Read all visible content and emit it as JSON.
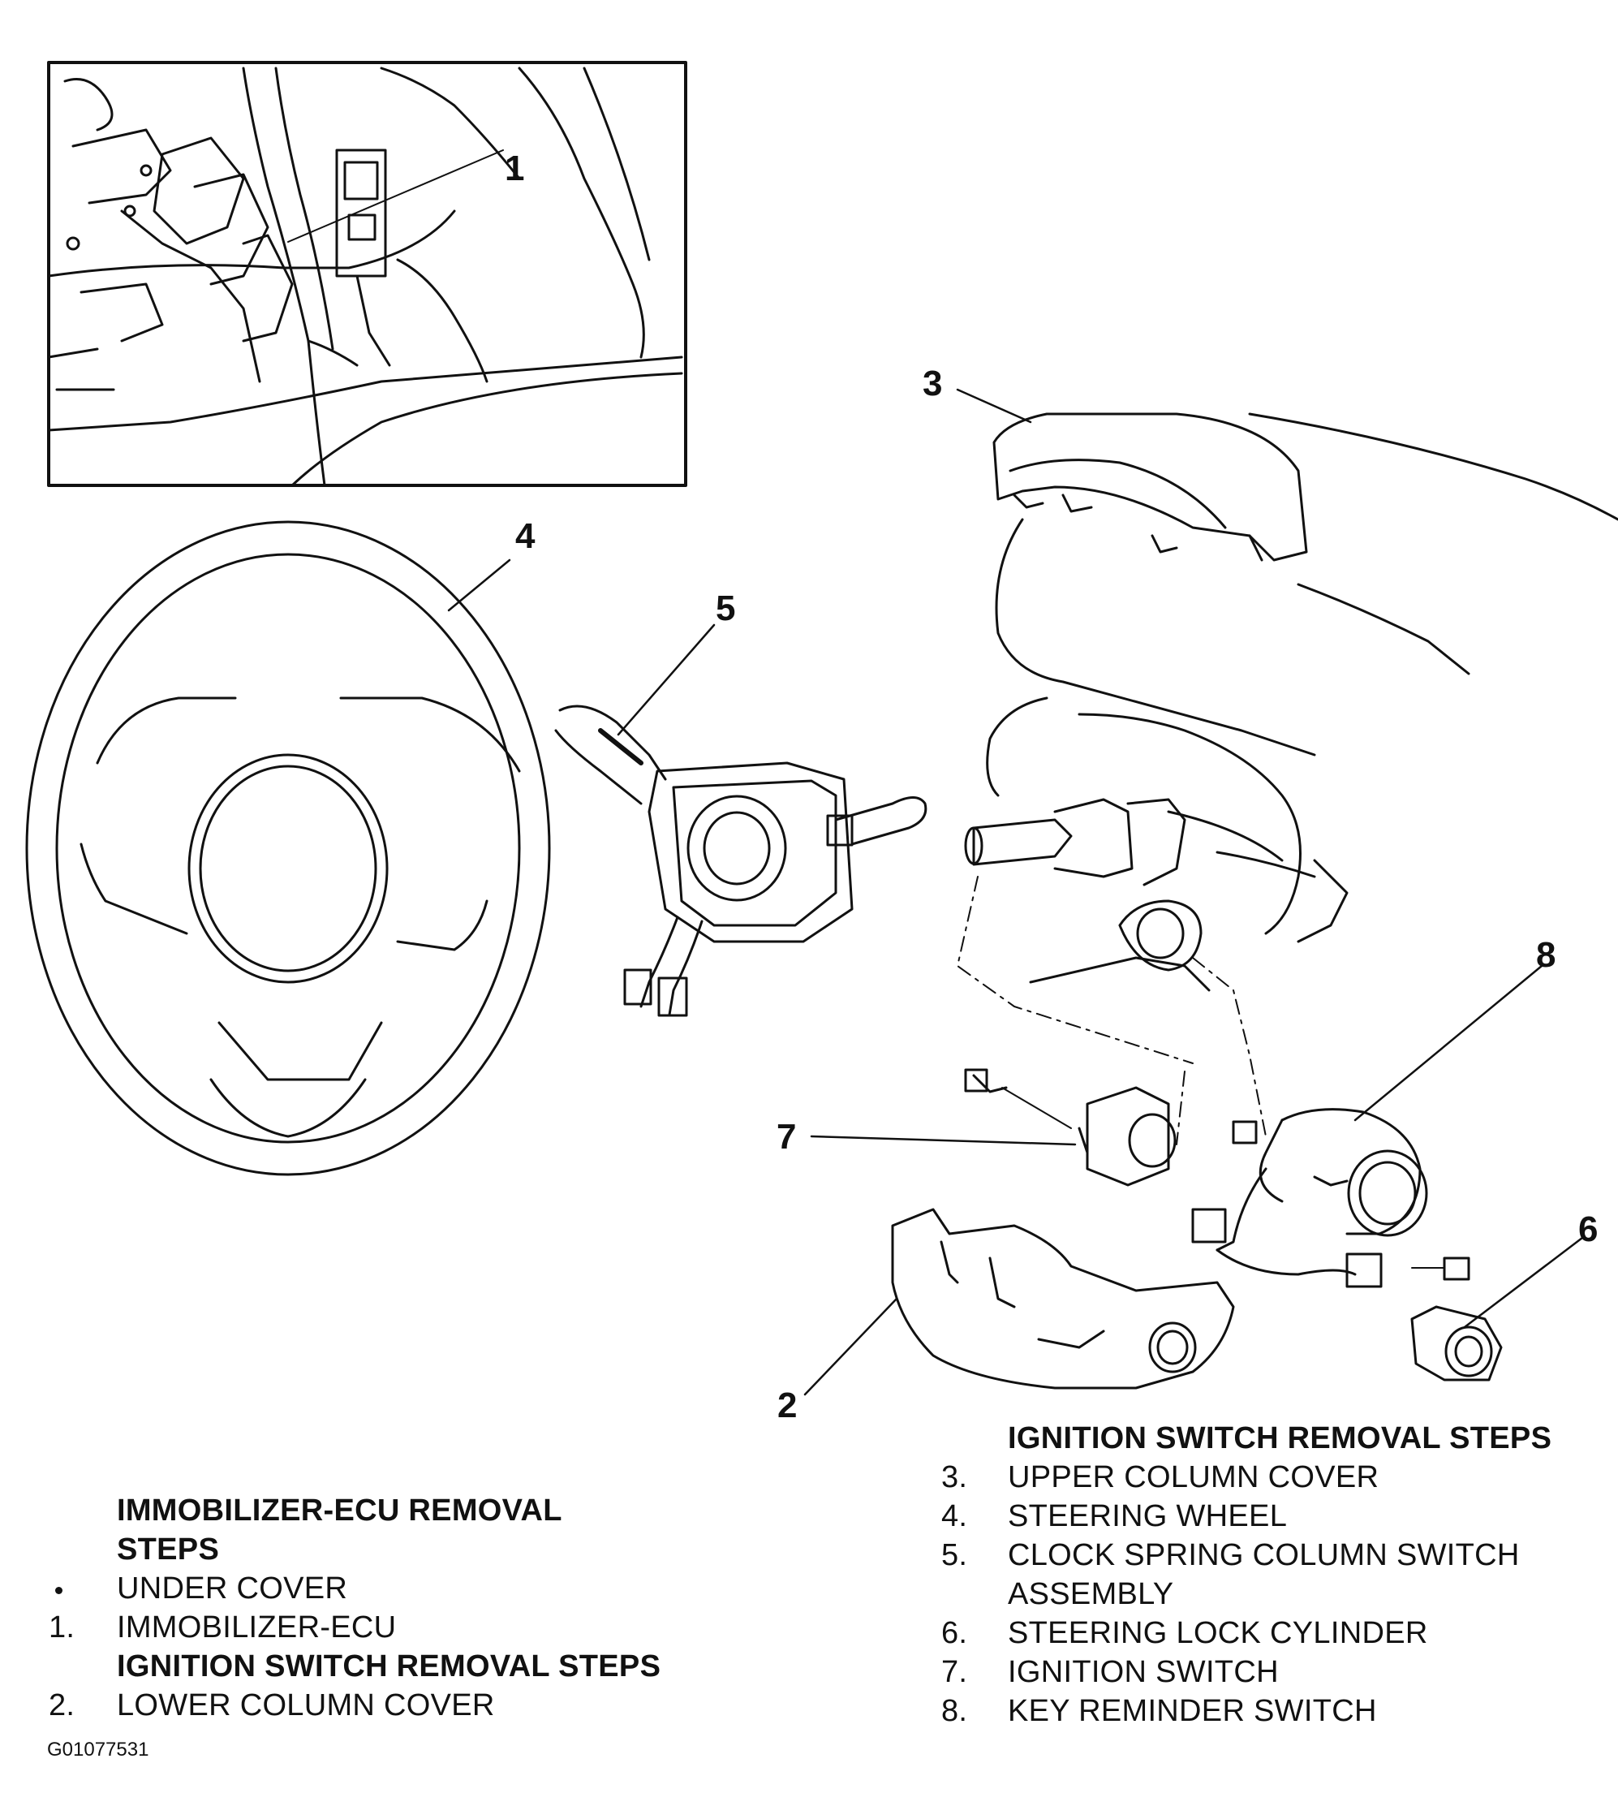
{
  "callouts": {
    "c1": "1",
    "c2": "2",
    "c3": "3",
    "c4": "4",
    "c5": "5",
    "c6": "6",
    "c7": "7",
    "c8": "8"
  },
  "left_legend": {
    "heading_1_line1": "IMMOBILIZER-ECU REMOVAL",
    "heading_1_line2": "STEPS",
    "item_under_cover": "UNDER COVER",
    "item_1_num": "1.",
    "item_1": "IMMOBILIZER-ECU",
    "heading_2": "IGNITION SWITCH REMOVAL STEPS",
    "item_2_num": "2.",
    "item_2": "LOWER COLUMN COVER"
  },
  "right_legend": {
    "heading": "IGNITION SWITCH REMOVAL STEPS",
    "items": [
      {
        "num": "3.",
        "text": "UPPER COLUMN COVER"
      },
      {
        "num": "4.",
        "text": "STEERING WHEEL"
      },
      {
        "num": "5.",
        "text": "CLOCK SPRING COLUMN SWITCH"
      },
      {
        "num": "",
        "text": "ASSEMBLY"
      },
      {
        "num": "6.",
        "text": "STEERING LOCK CYLINDER"
      },
      {
        "num": "7.",
        "text": "IGNITION SWITCH"
      },
      {
        "num": "8.",
        "text": "KEY REMINDER SWITCH"
      }
    ]
  },
  "figure_id": "G01077531"
}
